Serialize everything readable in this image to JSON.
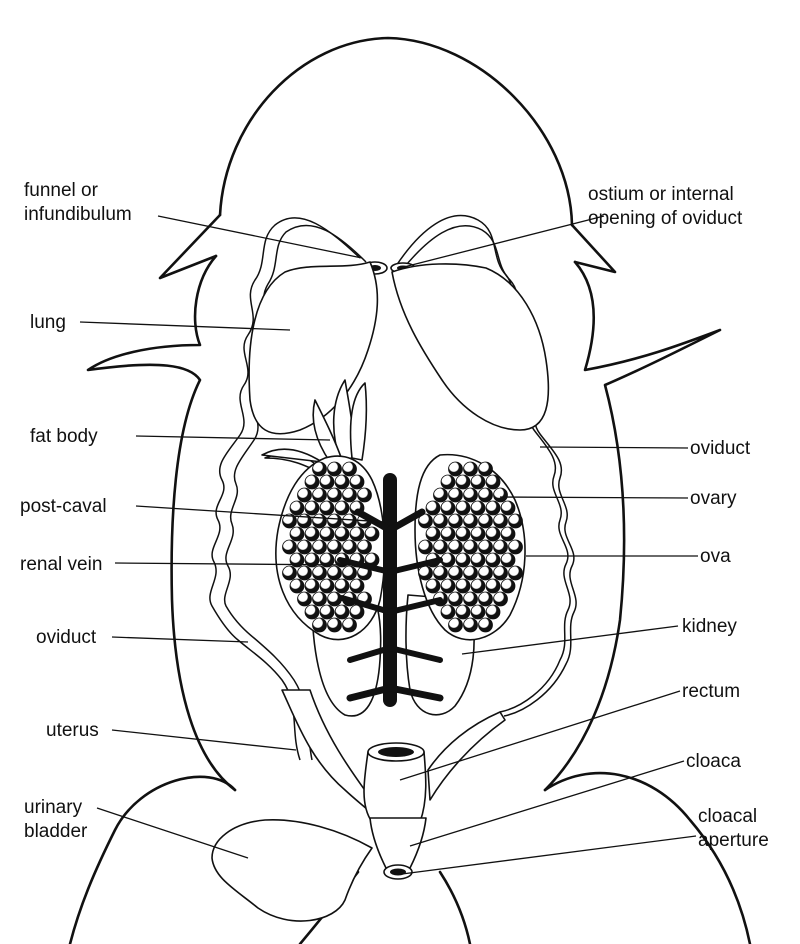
{
  "labels": {
    "funnel": [
      "funnel or",
      "infundibulum"
    ],
    "ostium": [
      "ostium or internal",
      "opening of oviduct"
    ],
    "lung": "lung",
    "fat_body": "fat body",
    "post_caval": "post-caval",
    "renal_vein": "renal vein",
    "oviduct_left": "oviduct",
    "uterus": "uterus",
    "urinary_bladder": [
      "urinary",
      "bladder"
    ],
    "oviduct_right": "oviduct",
    "ovary": "ovary",
    "ova": "ova",
    "kidney": "kidney",
    "rectum": "rectum",
    "cloaca": "cloaca",
    "cloacal_aperture": [
      "cloacal",
      "aperture"
    ]
  }
}
